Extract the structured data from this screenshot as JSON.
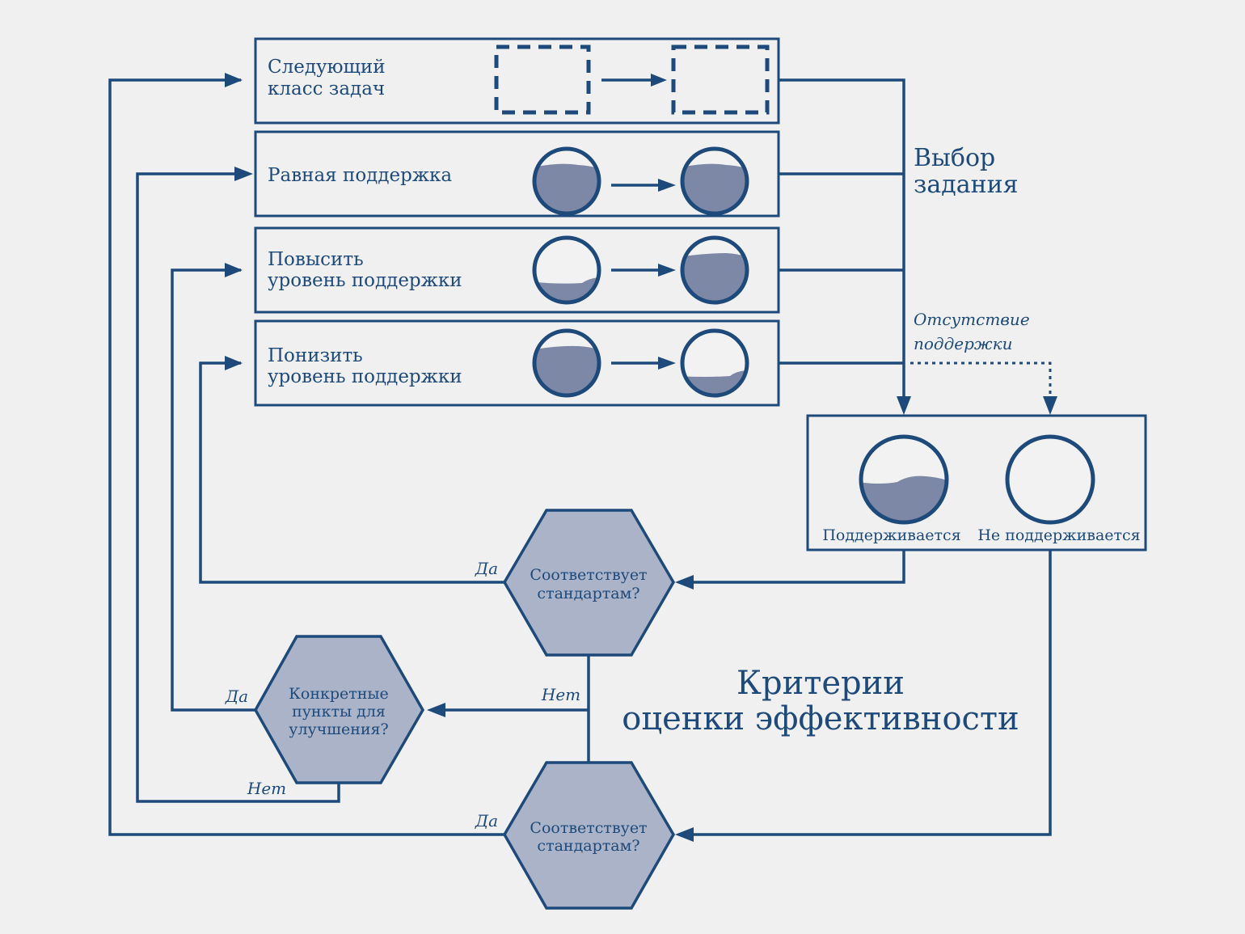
{
  "rows": [
    {
      "label_lines": [
        "Следующий",
        "класс задач"
      ],
      "kind": "dashed-boxes"
    },
    {
      "label_lines": [
        "Равная поддержка"
      ],
      "kind": "levels",
      "from_level": 0.75,
      "to_level": 0.75
    },
    {
      "label_lines": [
        "Повысить",
        "уровень поддержки"
      ],
      "kind": "levels",
      "from_level": 0.3,
      "to_level": 0.75
    },
    {
      "label_lines": [
        "Понизить",
        "уровень поддержки"
      ],
      "kind": "levels",
      "from_level": 0.75,
      "to_level": 0.3
    }
  ],
  "task_selection": {
    "title_lines": [
      "Выбор",
      "задания"
    ]
  },
  "no_support_label": [
    "Отсутствие",
    "поддержки"
  ],
  "support_box": {
    "supported": {
      "label": "Поддерживается",
      "level": 0.5
    },
    "unsupported": {
      "label": "Не поддерживается",
      "level": 0
    }
  },
  "decisions": {
    "top": {
      "lines": [
        "Соответствует",
        "стандартам?"
      ],
      "yes": "Да",
      "no": "Нет"
    },
    "improve": {
      "lines": [
        "Конкретные",
        "пункты для",
        "улучшения?"
      ],
      "yes": "Да",
      "no": "Нет"
    },
    "bottom": {
      "lines": [
        "Соответствует",
        "стандартам?"
      ],
      "yes": "Да"
    }
  },
  "criteria_title": [
    "Критерии",
    "оценки эффективности"
  ],
  "colors": {
    "primary": "#1d4a7a",
    "fill": "#7c88a6",
    "hex_fill": "#abb3c8",
    "background": "#f0f0f0"
  }
}
